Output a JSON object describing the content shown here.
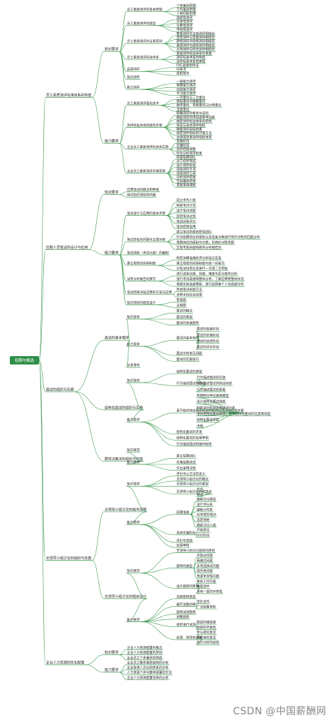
{
  "root": "招聘与甄选",
  "watermark": "CSDN @中国薪酬网",
  "colors": {
    "line": "#3f9a52",
    "root_fill": "#2f8f48",
    "text": "#222222"
  },
  "sections": [
    {
      "label": "员工素质测评标准体系的构建",
      "children": [
        {
          "label": "知识要求",
          "children": [
            {
              "label": "员工素质测评的基本原理",
              "children": [
                {
                  "label": "个体差异原理"
                },
                {
                  "label": "工作差异原理"
                },
                {
                  "label": "人岗匹配原理"
                }
              ]
            },
            {
              "label": "员工素质测评的类型",
              "children": [
                {
                  "label": "选拔性测评"
                },
                {
                  "label": "开发性测评"
                },
                {
                  "label": "诊断性测评"
                },
                {
                  "label": "考核性测评"
                }
              ]
            },
            {
              "label": "员工素质测评的主要原则",
              "children": [
                {
                  "label": "客观测评与主观测评相结合"
                },
                {
                  "label": "定性测评与定量测评相结合"
                },
                {
                  "label": "静态测评与动态测评相结合"
                },
                {
                  "label": "素质测评与绩效测评相结合"
                },
                {
                  "label": "分项测评与综合测评相结合"
                }
              ]
            },
            {
              "label": "员工素质测评标准体系",
              "children": [
                {
                  "label": "素质测评标准体系的要素"
                },
                {
                  "label": "测评标准体系的构成"
                },
                {
                  "label": "测评标准体系的类型"
                }
              ]
            },
            {
              "label": "品德测评",
              "children": [
                {
                  "label": "FRC品德测评法"
                },
                {
                  "label": "问卷法"
                },
                {
                  "label": "投射技术"
                }
              ]
            },
            {
              "label": "知识测评"
            },
            {
              "label": "能力测评",
              "children": [
                {
                  "label": "一般能力测评"
                },
                {
                  "label": "特殊能力测评"
                },
                {
                  "label": "创造能力测评"
                },
                {
                  "label": "学习能力测评"
                }
              ]
            }
          ]
        },
        {
          "label": "能力要求",
          "children": [
            {
              "label": "员工素质测评量化技术",
              "children": [
                {
                  "label": "一次量化与二次量化"
                },
                {
                  "label": "类别量化与模糊量化"
                },
                {
                  "label": "顺序量化、等距量化与比例量化"
                },
                {
                  "label": "当量量化"
                }
              ]
            },
            {
              "label": "测评标准体系构建的步骤",
              "children": [
                {
                  "label": "明确测评的客体与目的"
                },
                {
                  "label": "确定测评的项目或参考因素"
                },
                {
                  "label": "确定测评标准体系的结构"
                },
                {
                  "label": "筛选与表述测评指标"
                },
                {
                  "label": "确定测评指标权重"
                },
                {
                  "label": "规定测评指标的计量方法"
                },
                {
                  "label": "试测或完善测评指标体系"
                }
              ]
            },
            {
              "label": "企业员工素质测评的具体实施",
              "children": [
                {
                  "label": "准备阶段"
                },
                {
                  "label": "实施阶段"
                },
                {
                  "label": "测评结果调整"
                },
                {
                  "label": "综合分析测评结果"
                }
              ]
            },
            {
              "label": "企业员工素质测评实施案例",
              "children": [
                {
                  "label": "拟建招聘团队"
                },
                {
                  "label": "员工初步筛选"
                },
                {
                  "label": "设计测评标准"
                },
                {
                  "label": "选择测评方法"
                },
                {
                  "label": "选择测评工具"
                },
                {
                  "label": "分析测评结果"
                },
                {
                  "label": "告知最终结果"
                },
                {
                  "label": "发放录用通知"
                }
              ]
            }
          ]
        }
      ]
    },
    {
      "label": "应聘人员笔试的设计与应用",
      "children": [
        {
          "label": "知识要求",
          "children": [
            {
              "label": "应聘笔试的概念和种类"
            },
            {
              "label": "岗位知识测验的内容"
            }
          ]
        },
        {
          "label": "能力要求",
          "children": [
            {
              "label": "笔试设计与应用的基本步骤",
              "children": [
                {
                  "label": "成立考务小组"
                },
                {
                  "label": "制定笔试计划"
                },
                {
                  "label": "设计笔试试题"
                },
                {
                  "label": "监控笔试过程"
                },
                {
                  "label": "笔试阅卷评分"
                },
                {
                  "label": "笔试结果运用"
                }
              ]
            },
            {
              "label": "笔试命名的问题与主要对策",
              "children": [
                {
                  "label": "建立笔试命题的研究团队"
                },
                {
                  "label": "针对招聘岗位的级别以及选拔对象进行有针对性的匹配分析"
                },
                {
                  "label": "根据岗位的级别与分类，实施针对性命题"
                },
                {
                  "label": "实现专家命题和教师分析相结合"
                }
              ]
            },
            {
              "label": "笔试测验（考试大纲）的编制"
            },
            {
              "label": "建立规范的阅卷制度",
              "children": [
                {
                  "label": "制定详细准确的评分标准与答案"
                },
                {
                  "label": "建立规范的阅卷制度与统一阅卷员"
                },
                {
                  "label": "对笔试试卷信息进行一次或二次审核"
                }
              ]
            },
            {
              "label": "试卷分析报告的撰写",
              "children": [
                {
                  "label": "进行试卷信度、效度、难度与区分度的分析"
                },
                {
                  "label": "进行考试成绩和整体分析，了解应聘者整体状况"
                },
                {
                  "label": "根据实际选拔需要，进行应聘者个人的成绩分析"
                }
              ]
            },
            {
              "label": "笔试结果深层应用的方案与应用",
              "children": [
                {
                  "label": "改进笔试命题方法"
                },
                {
                  "label": "多种手段综合应用"
                }
              ]
            },
            {
              "label": "知识测验的题型设计",
              "children": [
                {
                  "label": "客观题"
                },
                {
                  "label": "主观题"
                }
              ]
            }
          ]
        }
      ]
    },
    {
      "label": "面试的组织与实施",
      "children": [
        {
          "label": "面试的基本程序",
          "children": [
            {
              "label": "知识要求",
              "children": [
                {
                  "label": "面试的概念"
                },
                {
                  "label": "面试的类型"
                },
                {
                  "label": "面试的发展趋势"
                }
              ]
            },
            {
              "label": "能力要求",
              "children": [
                {
                  "label": "面试的基本程序",
                  "children": [
                    {
                      "label": "面试的准备阶段"
                    },
                    {
                      "label": "面试的实施阶段"
                    },
                    {
                      "label": "面试的总结阶段"
                    },
                    {
                      "label": "面试的评价阶段"
                    }
                  ]
                },
                {
                  "label": "面试中的常见问题"
                },
                {
                  "label": "面试的实施技巧"
                }
              ]
            },
            {
              "label": "注意事项"
            }
          ]
        },
        {
          "label": "结构化面试的组织与实施",
          "children": [
            {
              "label": "知识要求",
              "children": [
                {
                  "label": "结构化面试的类型"
                },
                {
                  "label": "行为描述面试的概念",
                  "children": [
                    {
                      "label": "行为描述面试的实质"
                    },
                    {
                      "label": "行为描述面试的假设前提"
                    },
                    {
                      "label": "行为描述面试的要素"
                    }
                  ]
                }
              ]
            },
            {
              "label": "能力要求",
              "children": [
                {
                  "label": "基于胜任特征素质模型的结构化面试的开发步骤",
                  "children": [
                    {
                      "label": "构建胜任特征素质模型"
                    },
                    {
                      "label": "设计结构化面试提纲"
                    },
                    {
                      "label": "制定评分标准及等级评分表"
                    },
                    {
                      "label": "培训结构化面试考官，提高结构化面试的信度和效度"
                    },
                    {
                      "label": "结构化面试评定"
                    },
                    {
                      "label": "决策"
                    }
                  ]
                },
                {
                  "label": "结构化面试的开发"
                },
                {
                  "label": "结构化面试的应用举例"
                },
                {
                  "label": "行为描述面试的操作程序"
                }
              ]
            }
          ]
        },
        {
          "label": "群体决策法的组织与实施",
          "children": [
            {
              "label": "知识要求"
            },
            {
              "label": "能力要求",
              "children": [
                {
                  "label": "建立招聘团队"
                },
                {
                  "label": "实施招聘测试"
                },
                {
                  "label": "作出录用决策"
                }
              ]
            }
          ]
        }
      ]
    },
    {
      "label": "无领导小组讨论的组织与实施",
      "children": [
        {
          "label": "无领导小组讨论的操作流程",
          "children": [
            {
              "label": "知识要求",
              "children": [
                {
                  "label": "评价中心方法的含义"
                },
                {
                  "label": "无领导小组讨论的概念"
                },
                {
                  "label": "无领导小组讨论的类型"
                },
                {
                  "label": "无领导小组讨论的优缺点",
                  "children": [
                    {
                      "label": "优点"
                    },
                    {
                      "label": "缺点"
                    }
                  ]
                }
              ]
            },
            {
              "label": "能力要求",
              "children": [
                {
                  "label": "前期准备",
                  "children": [
                    {
                      "label": "编制讨论题目"
                    },
                    {
                      "label": "设计评分表"
                    },
                    {
                      "label": "编制计时表"
                    },
                    {
                      "label": "对考官的培训"
                    },
                    {
                      "label": "选定场地"
                    },
                    {
                      "label": "确定讨论小组"
                    }
                  ]
                },
                {
                  "label": "具体实施阶段",
                  "children": [
                    {
                      "label": "开放意见"
                    },
                    {
                      "label": "讨论阶段"
                    }
                  ]
                },
                {
                  "label": "评价与总结"
                },
                {
                  "label": "应用举例"
                }
              ]
            }
          ]
        },
        {
          "label": "无领导小组讨论的题目设计",
          "children": [
            {
              "label": "知识要求",
              "children": [
                {
                  "label": "无领导小组讨论题目的原则"
                },
                {
                  "label": "题目的类型",
                  "children": [
                    {
                      "label": "开放式问题"
                    },
                    {
                      "label": "两难式问题"
                    },
                    {
                      "label": "多项选择式问题"
                    },
                    {
                      "label": "操作性问题"
                    },
                    {
                      "label": "资源争夺性问题"
                    }
                  ]
                },
                {
                  "label": "设计题目的原则",
                  "children": [
                    {
                      "label": "联系工作内容"
                    },
                    {
                      "label": "难度适中"
                    },
                    {
                      "label": "具有一定的冲突性"
                    }
                  ]
                }
              ]
            },
            {
              "label": "能力要求",
              "children": [
                {
                  "label": "选择题目类型"
                },
                {
                  "label": "编写试题初稿",
                  "children": [
                    {
                      "label": "团队合作"
                    },
                    {
                      "label": "广泛收集资料"
                    }
                  ]
                },
                {
                  "label": "题目试测题目"
                },
                {
                  "label": "调整题目"
                },
                {
                  "label": "组织进行试测",
                  "children": [
                    {
                      "label": "题目的难易度"
                    },
                    {
                      "label": "题目的平衡性"
                    }
                  ]
                },
                {
                  "label": "反馈、修改和完善",
                  "children": [
                    {
                      "label": "参与者的意见"
                    },
                    {
                      "label": "测评者的意见"
                    },
                    {
                      "label": "统计分析的结果"
                    }
                  ]
                }
              ]
            }
          ]
        }
      ]
    },
    {
      "label": "企业人力资源的优化配置",
      "children": [
        {
          "label": "知识要求",
          "children": [
            {
              "label": "企业人力资源配置的概念"
            },
            {
              "label": "企业人力资源配置的原则"
            },
            {
              "label": "企业员工个体差异的构成"
            }
          ]
        },
        {
          "label": "能力要求",
          "children": [
            {
              "label": "企业员工整体素质结构的分析"
            },
            {
              "label": "企业各类人员比例关系的分析"
            },
            {
              "label": "人力资源个体与整体配置的方法"
            },
            {
              "label": "企业人力资源配置效率的分析"
            }
          ]
        }
      ]
    }
  ]
}
